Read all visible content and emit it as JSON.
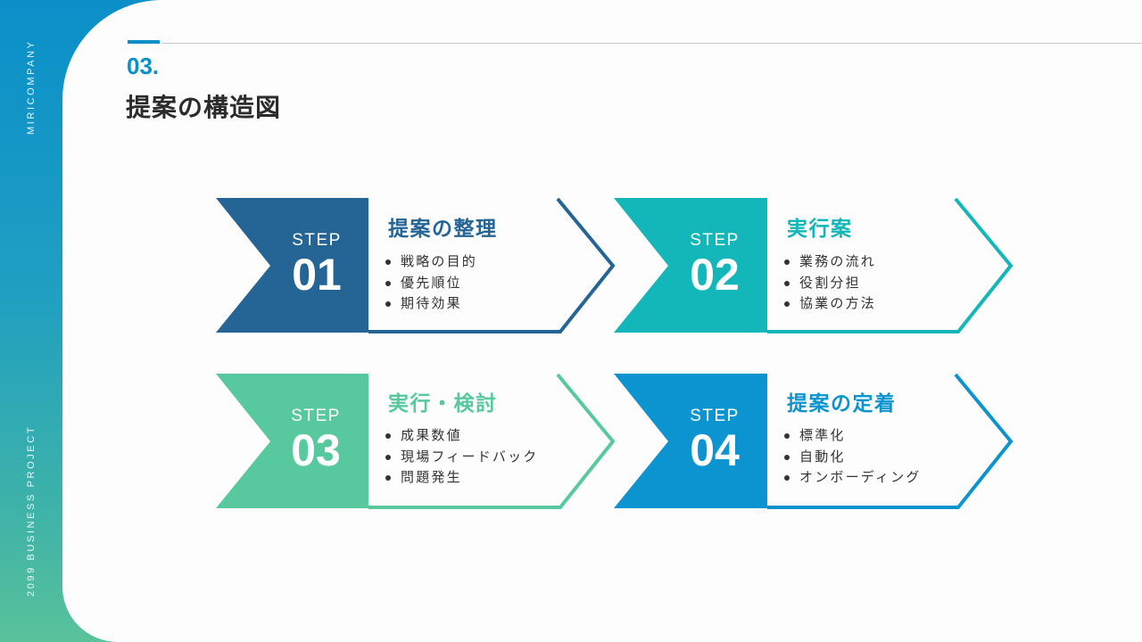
{
  "sidebar": {
    "brand": "MIRICOMPANY",
    "project": "2099 BUSINESS PROJECT"
  },
  "header": {
    "section_number": "03.",
    "title": "提案の構造図"
  },
  "colors": {
    "accent": "#0a8fc9",
    "step1": "#256596",
    "step2": "#13b6b9",
    "step3": "#58c99e",
    "step4": "#0b94cf"
  },
  "steps": [
    {
      "label": "STEP",
      "number": "01",
      "title": "提案の整理",
      "items": [
        "戦略の目的",
        "優先順位",
        "期待効果"
      ]
    },
    {
      "label": "STEP",
      "number": "02",
      "title": "実行案",
      "items": [
        "業務の流れ",
        "役割分担",
        "協業の方法"
      ]
    },
    {
      "label": "STEP",
      "number": "03",
      "title": "実行・検討",
      "items": [
        "成果数値",
        "現場フィードバック",
        "問題発生"
      ]
    },
    {
      "label": "STEP",
      "number": "04",
      "title": "提案の定着",
      "items": [
        "標準化",
        "自動化",
        "オンボーディング"
      ]
    }
  ]
}
